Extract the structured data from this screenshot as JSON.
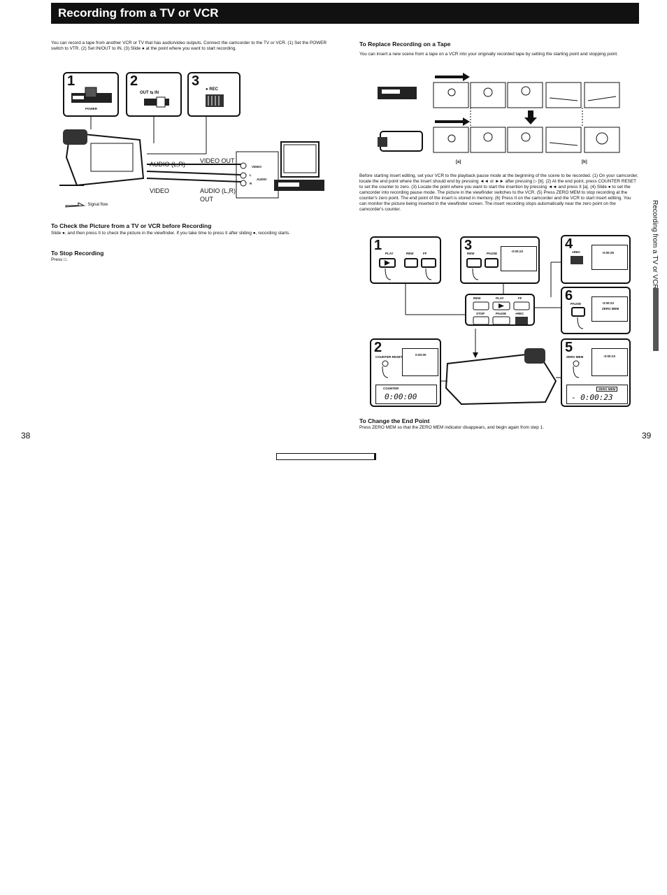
{
  "header": {
    "title": "Recording from a TV or VCR"
  },
  "left": {
    "intro": "You can record a tape from another VCR or TV that has audio/video outputs. Connect the camcorder to the TV or VCR. (1) Set the POWER switch to VTR. (2) Set IN/OUT to IN. (3) Slide ● at the point where you want to start recording.",
    "steps": [
      "1",
      "2",
      "3"
    ],
    "step1_label": "POWER",
    "step2_label": "OUT ⇆ IN",
    "step3_label": "● REC",
    "diagram": {
      "audio_lr": "AUDIO (L,R)",
      "video_out": "VIDEO OUT",
      "video": "VIDEO",
      "audio_lr_out": "AUDIO (L,R)",
      "out": "OUT",
      "jack_video": "VIDEO",
      "jack_l": "L",
      "jack_audio": "AUDIO",
      "jack_r": "R"
    },
    "signal_flow": ": Signal flow",
    "check_heading": "To Check the Picture from a TV or VCR before Recording",
    "check_text": "Slide ●, and then press II to check the picture in the viewfinder. If you take time to press II after sliding ●, recording starts.",
    "stop_heading": "To Stop Recording",
    "stop_text": "Press □."
  },
  "right": {
    "heading": "To Replace Recording on a Tape",
    "intro": "You can insert a new scene from a tape on a VCR into your originally recorded tape by setting the starting point and stopping point.",
    "label_a": "[a]",
    "label_b": "[b]",
    "instructions": "Before starting insert editing, set your VCR to the playback pause mode at the beginning of the scene to be recorded. (1) On your camcorder, locate the end point where the insert should end by pressing ◄◄ or ►► after pressing ▷ [b]. (2) At the end point, press COUNTER RESET to set the counter to zero. (3) Locate the point where you want to start the insertion by pressing ◄◄ and press II [a]. (4) Slide ● to set the camcorder into recording pause mode. The picture in the viewfinder switches to the VCR. (5) Press ZERO MEM to stop recording at the counter's zero point. The end point of the insert is stored in memory. (6) Press II on the camcorder and the VCR to start insert editing. You can monitor the picture being inserted in the viewfinder screen. The insert recording stops automatically near the zero point on the camcorder's counter.",
    "steps": {
      "s1": "1",
      "s2": "2",
      "s3": "3",
      "s4": "4",
      "s5": "5",
      "s6": "6"
    },
    "s1_labels": {
      "play": "PLAY",
      "rew": "REW",
      "ff": "FF"
    },
    "s3_labels": {
      "rew": "REW",
      "pause": "PAUSE",
      "counter": "-0:00:23"
    },
    "s4_labels": {
      "rec": "●REC",
      "counter": "-0:00:25"
    },
    "s6_labels": {
      "pause": "PAUSE",
      "counter": "-0:00:23",
      "zero": "ZERO MEM"
    },
    "s2_labels": {
      "reset": "COUNTER RESET",
      "counter_small": "0:00:00",
      "counter": "COUNTER",
      "lcd": "0:00:00"
    },
    "s5_labels": {
      "zero": "ZERO MEM",
      "counter_small": "-0:00:23",
      "zero_badge": "ZERO MEM",
      "lcd": "- 0:00:23"
    },
    "panel_labels": {
      "rew": "REW",
      "play": "PLAY",
      "ff": "FF",
      "stop": "STOP",
      "pause": "PAUSE",
      "rec": "●REC"
    },
    "change_heading": "To Change the End Point",
    "change_text": "Press ZERO MEM so that the ZERO MEM indicator disappears, and begin again from step 1."
  },
  "page_left": "38",
  "page_right": "39",
  "side_label": "Recording from a TV or VCR"
}
